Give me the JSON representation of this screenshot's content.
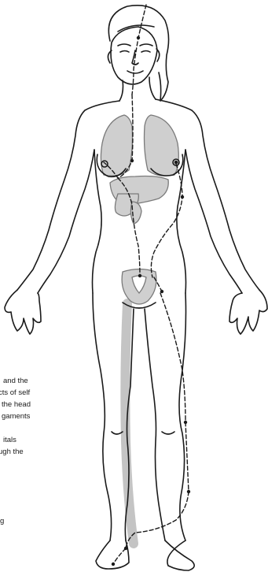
{
  "diagram": {
    "caption_lines": [
      "and the",
      "cts of self",
      "the head",
      "gaments",
      "",
      "itals",
      "ugh the",
      "",
      "",
      "g"
    ],
    "colors": {
      "outline": "#1a1a1a",
      "organ_fill": "#cfcfcf",
      "organ_stroke": "#7a7a7a",
      "channel_shade": "#c4c4c4",
      "background": "#ffffff"
    },
    "icons": {
      "figure": "standing-human-figure",
      "meridian": "dashed-channel-line",
      "points": "acupoint-dot"
    }
  }
}
